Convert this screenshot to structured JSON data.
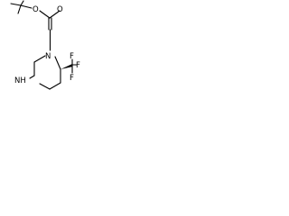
{
  "structure": {
    "atoms": {
      "carbonyl_oxygen": "O",
      "ester_oxygen": "O",
      "ring_n1": "N",
      "ring_nh": "NH",
      "fluorine_top": "F",
      "fluorine_right": "F",
      "fluorine_bottom": "F"
    }
  }
}
